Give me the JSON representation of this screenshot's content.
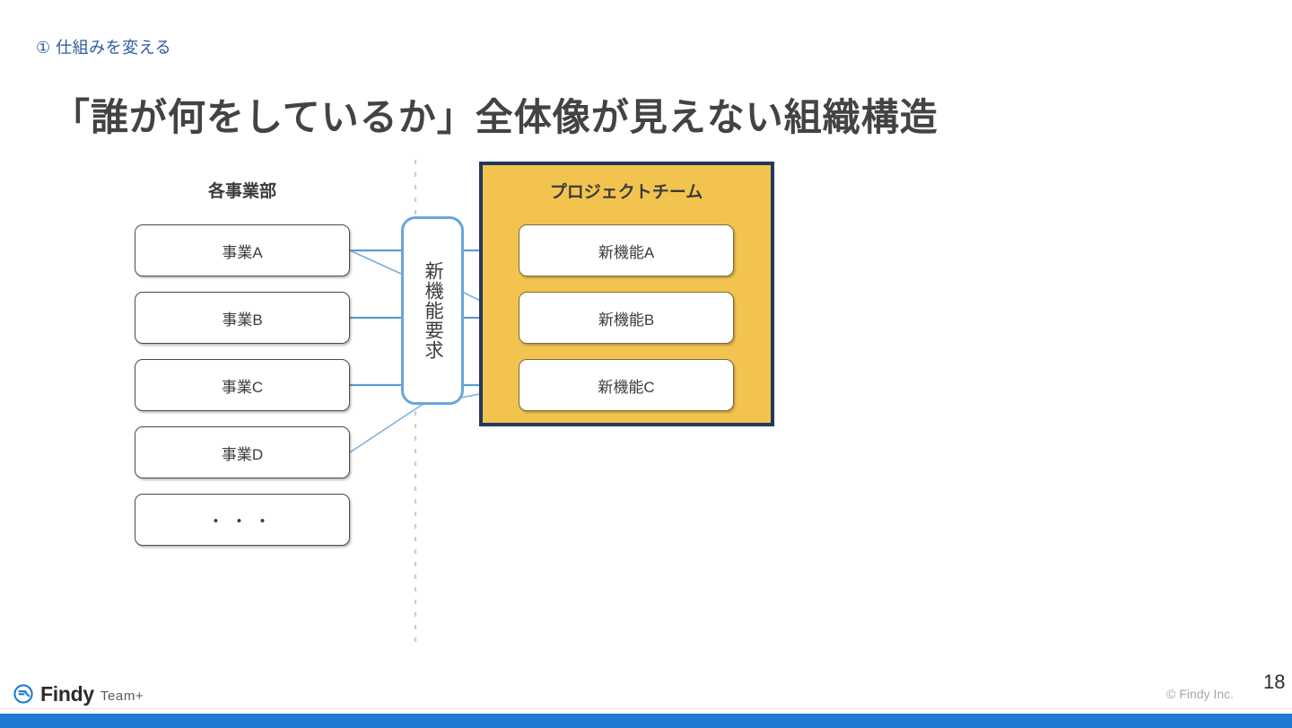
{
  "header": {
    "eyebrow": "① 仕組みを変える",
    "title": "「誰が何をしているか」全体像が見えない組織構造"
  },
  "diagram": {
    "left_column_heading": "各事業部",
    "right_column_heading": "プロジェクトチーム",
    "center_pill_label": "新機能要求",
    "units": [
      {
        "label": "事業A"
      },
      {
        "label": "事業B"
      },
      {
        "label": "事業C"
      },
      {
        "label": "事業D"
      },
      {
        "label": "・・・"
      }
    ],
    "features": [
      {
        "label": "新機能A"
      },
      {
        "label": "新機能B"
      },
      {
        "label": "新機能C"
      }
    ],
    "colors": {
      "panel_fill": "#f2c44f",
      "panel_border": "#23395b",
      "pill_border": "#6aa5dd",
      "connector": "#5b9bd5",
      "connector_thin": "#7aaede",
      "divider": "#cfcfcf",
      "box_border": "#4a4a4a",
      "feature_box_border": "#7a6a3a"
    }
  },
  "footer": {
    "brand_name": "Findy",
    "brand_suffix": "Team+",
    "copyright": "© Findy Inc.",
    "page_number": "18",
    "accent_color": "#1f7ad1"
  }
}
